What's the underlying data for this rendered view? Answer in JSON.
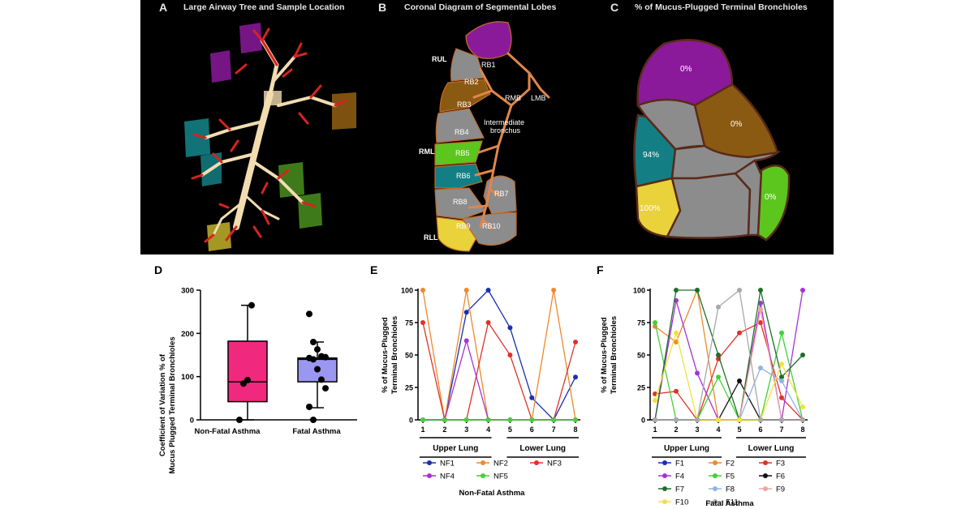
{
  "panels": {
    "a": {
      "letter": "A",
      "title": "Large Airway Tree and Sample Location"
    },
    "b": {
      "letter": "B",
      "title": "Coronal Diagram of Segmental Lobes",
      "lobe_labels": [
        "RUL",
        "RML",
        "RLL"
      ],
      "segment_labels": [
        "RB1",
        "RB2",
        "RB3",
        "RB4",
        "RB5",
        "RB6",
        "RB7",
        "RB8",
        "RB9",
        "RB10"
      ],
      "airway_labels": {
        "rmb": "RMB",
        "lmb": "LMB",
        "intermediate_line1": "Intermediate",
        "intermediate_line2": "bronchus"
      }
    },
    "c": {
      "letter": "C",
      "title": "% of Mucus-Plugged Terminal Bronchioles",
      "region_values": {
        "purple": "0%",
        "brown": "0%",
        "teal": "94%",
        "yellow": "100%",
        "green": "0%"
      }
    },
    "d": {
      "letter": "D"
    },
    "e": {
      "letter": "E"
    },
    "f": {
      "letter": "F"
    }
  },
  "colors": {
    "purple": "#8b1a9b",
    "brown": "#8b5a12",
    "gray": "#8c8c8c",
    "teal": "#137f84",
    "green": "#5cc61e",
    "yellow": "#e9d23a",
    "orange_airway": "#e0864a",
    "box_nonfatal": "#f0287e",
    "box_fatal": "#9b96f0"
  },
  "chart_data": [
    {
      "type": "box",
      "panel": "D",
      "ylabel_line1": "Coefficient of Variation % of",
      "ylabel_line2": "Mucus Plugged Terminal Bronchioles",
      "ylim": [
        0,
        300
      ],
      "yticks": [
        "0",
        "100",
        "200",
        "300"
      ],
      "categories": [
        "Non-Fatal Asthma",
        "Fatal Asthma"
      ],
      "boxes": [
        {
          "q1": 42,
          "median": 88,
          "q3": 182,
          "min": 0,
          "max": 265,
          "points": [
            0,
            84,
            92,
            265
          ]
        },
        {
          "q1": 88,
          "median": 140,
          "q3": 143,
          "min": 28,
          "max": 180,
          "points": [
            245,
            180,
            163,
            147,
            145,
            143,
            140,
            117,
            93,
            73,
            30,
            0
          ]
        }
      ]
    },
    {
      "type": "line",
      "panel": "E",
      "ylabel_line1": "% of Mucus-Plugged",
      "ylabel_line2": "Terminal Bronchioles",
      "ylim": [
        0,
        100
      ],
      "yticks": [
        "0",
        "25",
        "50",
        "75",
        "100"
      ],
      "x": [
        "1",
        "2",
        "3",
        "4",
        "5",
        "6",
        "7",
        "8"
      ],
      "groups": [
        "Upper Lung",
        "Lower Lung"
      ],
      "series": [
        {
          "name": "NF1",
          "color": "#1a2fb0",
          "values": [
            0,
            0,
            83,
            100,
            71,
            17,
            0,
            33
          ]
        },
        {
          "name": "NF2",
          "color": "#f0882a",
          "values": [
            100,
            0,
            100,
            0,
            0,
            0,
            100,
            0
          ]
        },
        {
          "name": "NF3",
          "color": "#e03228",
          "values": [
            75,
            0,
            0,
            75,
            50,
            0,
            0,
            60
          ]
        },
        {
          "name": "NF4",
          "color": "#a632d6",
          "values": [
            0,
            0,
            61,
            0,
            0,
            0,
            0,
            0
          ]
        },
        {
          "name": "NF5",
          "color": "#43d13a",
          "values": [
            0,
            0,
            0,
            0,
            0,
            0,
            0,
            0
          ]
        }
      ],
      "legend_title": "Non-Fatal Asthma"
    },
    {
      "type": "line",
      "panel": "F",
      "ylabel_line1": "% of Mucus-Plugged",
      "ylabel_line2": "Terminal Bronchioles",
      "ylim": [
        0,
        100
      ],
      "yticks": [
        "0",
        "25",
        "50",
        "75",
        "100"
      ],
      "x": [
        "1",
        "2",
        "3",
        "4",
        "5",
        "6",
        "7",
        "8"
      ],
      "groups": [
        "Upper Lung",
        "Lower Lung"
      ],
      "series": [
        {
          "name": "F1",
          "color": "#1a2fb0",
          "values": [
            0,
            0,
            0,
            0,
            0,
            0,
            0,
            0
          ]
        },
        {
          "name": "F2",
          "color": "#f0882a",
          "values": [
            72,
            60,
            100,
            0,
            0,
            0,
            0,
            0
          ]
        },
        {
          "name": "F3",
          "color": "#e03228",
          "values": [
            20,
            22,
            0,
            47,
            67,
            75,
            17,
            0
          ]
        },
        {
          "name": "F4",
          "color": "#a632d6",
          "values": [
            0,
            92,
            36,
            0,
            0,
            90,
            0,
            100
          ]
        },
        {
          "name": "F5",
          "color": "#43d13a",
          "values": [
            75,
            0,
            0,
            33,
            0,
            0,
            67,
            0
          ]
        },
        {
          "name": "F6",
          "color": "#111111",
          "values": [
            0,
            0,
            0,
            0,
            30,
            0,
            0,
            0
          ]
        },
        {
          "name": "F7",
          "color": "#1f6e2a",
          "values": [
            0,
            100,
            100,
            50,
            0,
            100,
            33,
            50
          ]
        },
        {
          "name": "F8",
          "color": "#8fb4e8",
          "values": [
            0,
            0,
            0,
            0,
            0,
            40,
            30,
            0
          ]
        },
        {
          "name": "F9",
          "color": "#f2a5a0",
          "values": [
            0,
            0,
            0,
            0,
            0,
            85,
            0,
            0
          ]
        },
        {
          "name": "F10",
          "color": "#f2e23a",
          "values": [
            15,
            67,
            0,
            0,
            0,
            0,
            43,
            10
          ]
        },
        {
          "name": "F11",
          "color": "#a8a8a8",
          "values": [
            0,
            0,
            0,
            87,
            100,
            0,
            0,
            0
          ]
        }
      ],
      "legend_title": "Fatal Asthma"
    }
  ]
}
